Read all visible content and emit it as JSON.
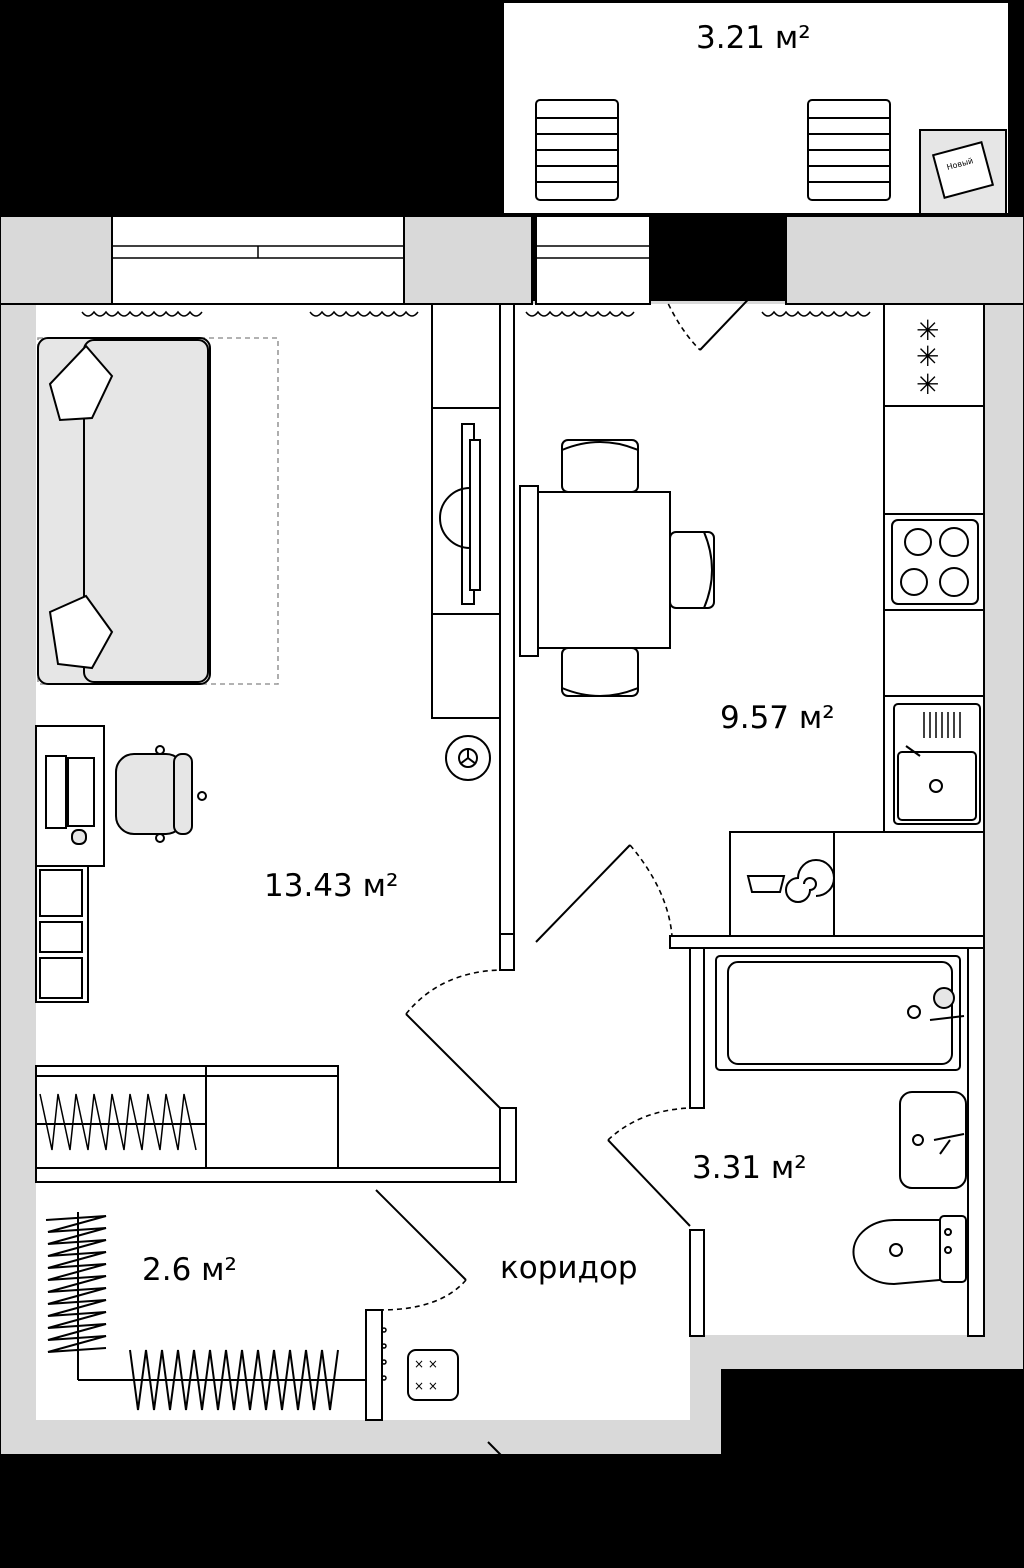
{
  "rooms": {
    "balcony": {
      "area": "3.21 м²"
    },
    "kitchen": {
      "area": "9.57 м²"
    },
    "living": {
      "area": "13.43 м²"
    },
    "bathroom": {
      "area": "3.31 м²"
    },
    "storage": {
      "area": "2.6 м²"
    },
    "corridor": {
      "label": "коридор"
    }
  },
  "icons": {
    "newspaper_text": "Новый"
  },
  "colors": {
    "background": "#000000",
    "floor": "#ffffff",
    "wall": "#d9d9d9",
    "furniture_fill": "#e6e6e6",
    "line": "#000000"
  }
}
